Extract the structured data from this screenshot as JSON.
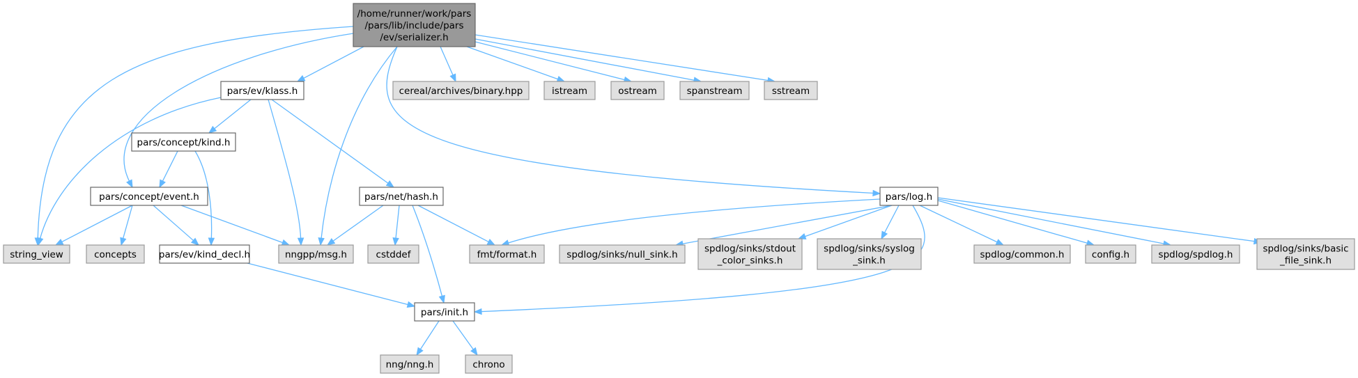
{
  "diagram": {
    "type": "include-dependency-graph",
    "colors": {
      "edge": "#63b8ff",
      "root_fill": "#999999",
      "documented_fill": "#ffffff",
      "external_fill": "#e0e0e0",
      "border": "#666666"
    },
    "nodes": [
      {
        "id": "serializer",
        "kind": "root",
        "lines": [
          "/home/runner/work/pars",
          "/pars/lib/include/pars",
          "/ev/serializer.h"
        ]
      },
      {
        "id": "klass",
        "kind": "documented",
        "lines": [
          "pars/ev/klass.h"
        ]
      },
      {
        "id": "cereal",
        "kind": "external",
        "lines": [
          "cereal/archives/binary.hpp"
        ]
      },
      {
        "id": "istream",
        "kind": "external",
        "lines": [
          "istream"
        ]
      },
      {
        "id": "ostream",
        "kind": "external",
        "lines": [
          "ostream"
        ]
      },
      {
        "id": "spanstream",
        "kind": "external",
        "lines": [
          "spanstream"
        ]
      },
      {
        "id": "sstream",
        "kind": "external",
        "lines": [
          "sstream"
        ]
      },
      {
        "id": "kind",
        "kind": "documented",
        "lines": [
          "pars/concept/kind.h"
        ]
      },
      {
        "id": "event",
        "kind": "documented",
        "lines": [
          "pars/concept/event.h"
        ]
      },
      {
        "id": "hash",
        "kind": "documented",
        "lines": [
          "pars/net/hash.h"
        ]
      },
      {
        "id": "log",
        "kind": "documented",
        "lines": [
          "pars/log.h"
        ]
      },
      {
        "id": "string_view",
        "kind": "external",
        "lines": [
          "string_view"
        ]
      },
      {
        "id": "concepts",
        "kind": "external",
        "lines": [
          "concepts"
        ]
      },
      {
        "id": "kind_decl",
        "kind": "documented",
        "lines": [
          "pars/ev/kind_decl.h"
        ]
      },
      {
        "id": "msg",
        "kind": "external",
        "lines": [
          "nngpp/msg.h"
        ]
      },
      {
        "id": "cstddef",
        "kind": "external",
        "lines": [
          "cstddef"
        ]
      },
      {
        "id": "fmt",
        "kind": "external",
        "lines": [
          "fmt/format.h"
        ]
      },
      {
        "id": "null_sink",
        "kind": "external",
        "lines": [
          "spdlog/sinks/null_sink.h"
        ]
      },
      {
        "id": "stdout_color",
        "kind": "external",
        "lines": [
          "spdlog/sinks/stdout",
          "_color_sinks.h"
        ]
      },
      {
        "id": "syslog",
        "kind": "external",
        "lines": [
          "spdlog/sinks/syslog",
          "_sink.h"
        ]
      },
      {
        "id": "common",
        "kind": "external",
        "lines": [
          "spdlog/common.h"
        ]
      },
      {
        "id": "config",
        "kind": "external",
        "lines": [
          "config.h"
        ]
      },
      {
        "id": "spdlog",
        "kind": "external",
        "lines": [
          "spdlog/spdlog.h"
        ]
      },
      {
        "id": "basic_file",
        "kind": "external",
        "lines": [
          "spdlog/sinks/basic",
          "_file_sink.h"
        ]
      },
      {
        "id": "init",
        "kind": "documented",
        "lines": [
          "pars/init.h"
        ]
      },
      {
        "id": "nng",
        "kind": "external",
        "lines": [
          "nng/nng.h"
        ]
      },
      {
        "id": "chrono",
        "kind": "external",
        "lines": [
          "chrono"
        ]
      }
    ],
    "edges": [
      [
        "serializer",
        "klass"
      ],
      [
        "serializer",
        "cereal"
      ],
      [
        "serializer",
        "istream"
      ],
      [
        "serializer",
        "ostream"
      ],
      [
        "serializer",
        "spanstream"
      ],
      [
        "serializer",
        "sstream"
      ],
      [
        "serializer",
        "string_view"
      ],
      [
        "serializer",
        "event"
      ],
      [
        "serializer",
        "msg"
      ],
      [
        "serializer",
        "log"
      ],
      [
        "klass",
        "kind"
      ],
      [
        "klass",
        "string_view"
      ],
      [
        "klass",
        "msg"
      ],
      [
        "klass",
        "hash"
      ],
      [
        "kind",
        "event"
      ],
      [
        "kind",
        "kind_decl"
      ],
      [
        "event",
        "string_view"
      ],
      [
        "event",
        "concepts"
      ],
      [
        "event",
        "kind_decl"
      ],
      [
        "event",
        "msg"
      ],
      [
        "hash",
        "msg"
      ],
      [
        "hash",
        "cstddef"
      ],
      [
        "hash",
        "fmt"
      ],
      [
        "hash",
        "init"
      ],
      [
        "kind_decl",
        "init"
      ],
      [
        "log",
        "fmt"
      ],
      [
        "log",
        "null_sink"
      ],
      [
        "log",
        "stdout_color"
      ],
      [
        "log",
        "syslog"
      ],
      [
        "log",
        "common"
      ],
      [
        "log",
        "config"
      ],
      [
        "log",
        "spdlog"
      ],
      [
        "log",
        "basic_file"
      ],
      [
        "log",
        "init"
      ],
      [
        "init",
        "nng"
      ],
      [
        "init",
        "chrono"
      ]
    ]
  }
}
